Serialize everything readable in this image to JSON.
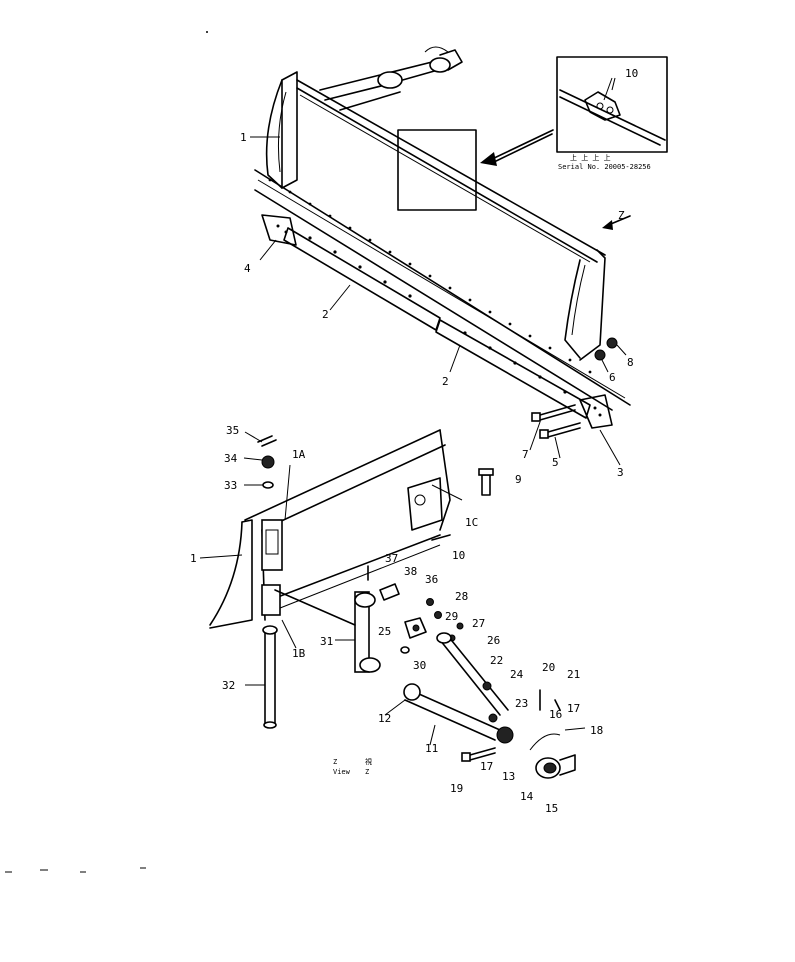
{
  "callouts": {
    "c1_top": "1",
    "c2_a": "2",
    "c2_b": "2",
    "c3": "3",
    "c4": "4",
    "c5": "5",
    "c6": "6",
    "c7": "7",
    "c8": "8",
    "c9": "9",
    "c10_inset": "10",
    "c10_lower": "10",
    "c1_lower": "1",
    "c1a": "1A",
    "c1b": "1B",
    "c1c": "1C",
    "c11": "11",
    "c12": "12",
    "c13": "13",
    "c14": "14",
    "c15": "15",
    "c16": "16",
    "c17_a": "17",
    "c17_b": "17",
    "c18": "18",
    "c19": "19",
    "c20": "20",
    "c21": "21",
    "c22": "22",
    "c23": "23",
    "c24": "24",
    "c25": "25",
    "c26": "26",
    "c27": "27",
    "c28": "28",
    "c29": "29",
    "c30": "30",
    "c31": "31",
    "c32": "32",
    "c33": "33",
    "c34": "34",
    "c35": "35",
    "c36": "36",
    "c37": "37",
    "c38": "38"
  },
  "inset": {
    "serial_top": "上 上 上 上",
    "serial_line": "Serial No. 20005-28256"
  },
  "view": {
    "arrow_label": "Z",
    "label_z": "Z",
    "label_kanji": "視",
    "label_view": "View",
    "label_z2": "Z"
  }
}
